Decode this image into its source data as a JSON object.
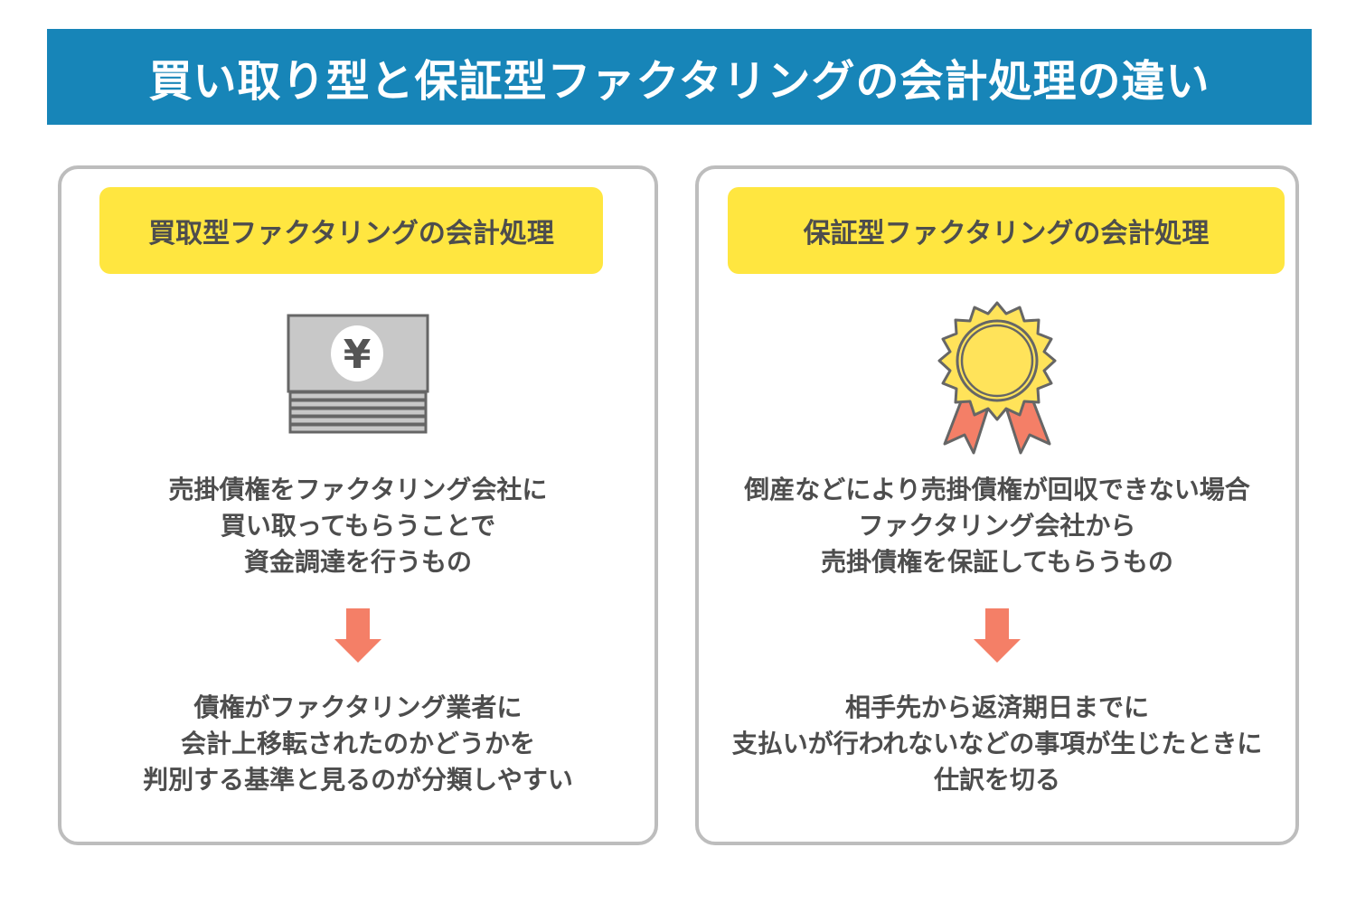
{
  "header": {
    "title": "買い取り型と保証型ファクタリングの会計処理の違い",
    "background_color": "#1785b8"
  },
  "panels": [
    {
      "label": "買取型ファクタリングの会計処理",
      "icon": "yen-banknote-stack-icon",
      "description_lines": [
        "売掛債権をファクタリング会社に",
        "買い取ってもらうことで",
        "資金調達を行うもの"
      ],
      "arrow": "down-arrow-icon",
      "result_lines": [
        "債権がファクタリング業者に",
        "会計上移転されたのかどうかを",
        "判別する基準と見るのが分類しやすい"
      ],
      "icon_glyph": "¥"
    },
    {
      "label": "保証型ファクタリングの会計処理",
      "icon": "award-rosette-icon",
      "description_lines": [
        "倒産などにより売掛債権が回収できない場合",
        "ファクタリング会社から",
        "売掛債権を保証してもらうもの"
      ],
      "arrow": "down-arrow-icon",
      "result_lines": [
        "相手先から返済期日までに",
        "支払いが行われないなどの事項が生じたときに",
        "仕訳を切る"
      ]
    }
  ],
  "colors": {
    "label_yellow": "#ffe640",
    "arrow_orange": "#f47f67",
    "panel_border": "#bdbdbd",
    "text_gray": "#4d4d4d"
  }
}
